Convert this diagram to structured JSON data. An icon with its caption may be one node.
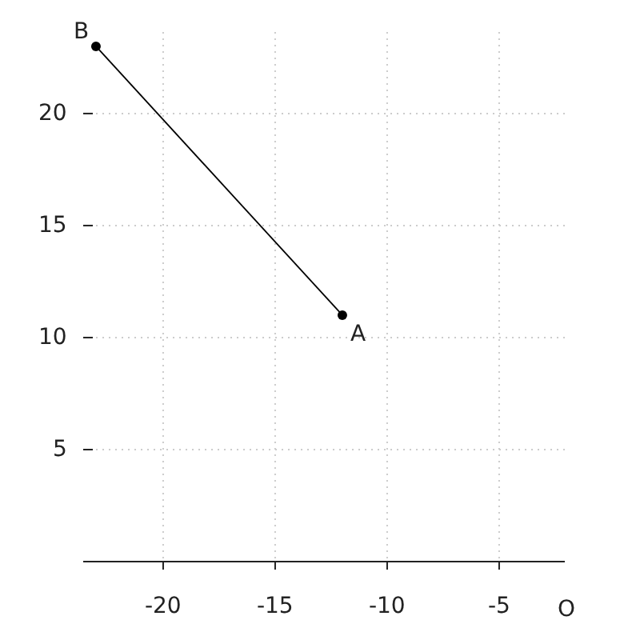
{
  "diagram": {
    "labels": [
      "O"
    ],
    "chart_data": {
      "type": "line",
      "x": [
        -23,
        -12
      ],
      "series": [
        {
          "color": "#000000",
          "marker": "o",
          "values": [
            23,
            11
          ]
        }
      ],
      "grid": true,
      "xlim": [
        -23.57,
        -2.07
      ],
      "ylim": [
        0,
        23.64
      ],
      "xticks": [
        -20,
        -15,
        -10,
        -5
      ],
      "yticks": [
        5,
        10,
        15,
        20
      ],
      "annotations": [
        {
          "x": -23,
          "y": 23,
          "text": "B"
        },
        {
          "x": -12,
          "y": 11,
          "text": "A"
        }
      ]
    }
  }
}
